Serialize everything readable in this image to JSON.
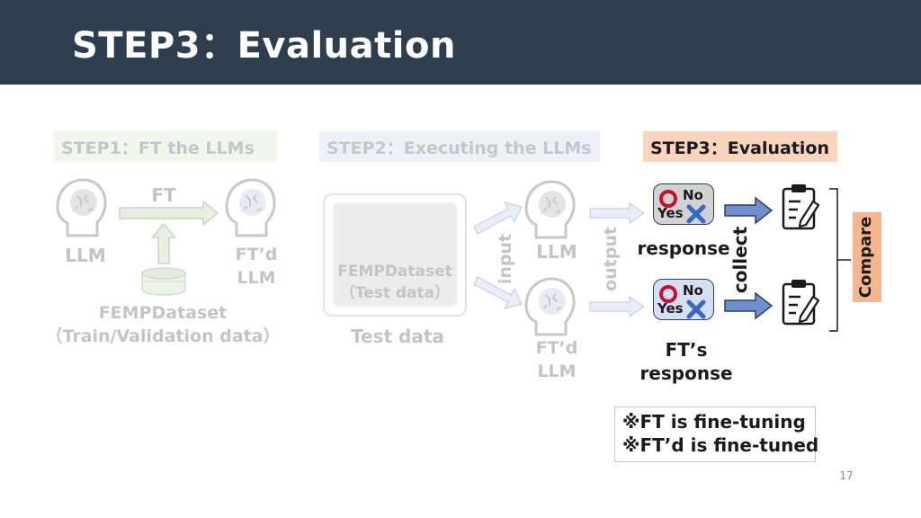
{
  "header": {
    "title": "STEP3：Evaluation"
  },
  "steps": {
    "step1": "STEP1：FT the LLMs",
    "step2": "STEP2：Executing the LLMs",
    "step3": "STEP3：Evaluation"
  },
  "step1_area": {
    "ft_arrow_label": "FT",
    "llm_label": "LLM",
    "ftd_llm_line1": "FT’d",
    "ftd_llm_line2": "LLM",
    "dataset_line1": "FEMPDataset",
    "dataset_line2": "（Train/Validation data）"
  },
  "step2_area": {
    "test_box_line1": "FEMPDataset",
    "test_box_line2": "（Test data）",
    "test_data_label": "Test data",
    "input_label": "input",
    "output_label": "output",
    "llm_label": "LLM",
    "ftd_llm_line1": "FT’d",
    "ftd_llm_line2": "LLM"
  },
  "step3_area": {
    "no_label": "No",
    "yes_label": "Yes",
    "response_label": "response",
    "ft_response_line1": "FT’s",
    "ft_response_line2": "response",
    "collect_label": "collect",
    "compare_label": "Compare"
  },
  "notes": {
    "line1": "※FT is fine-tuning",
    "line2": "※FT’d is fine-tuned"
  },
  "page_number": "17"
}
